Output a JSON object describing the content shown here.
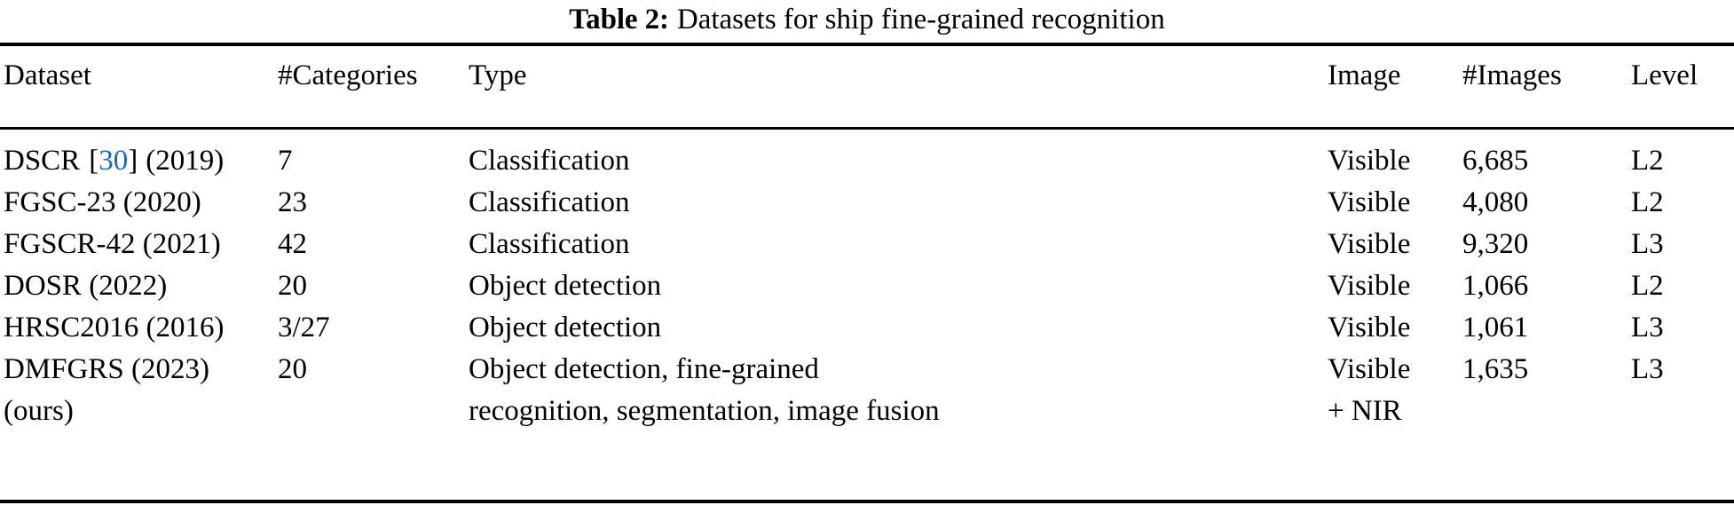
{
  "caption": {
    "label": "Table 2:",
    "text": "Datasets for ship fine-grained recognition"
  },
  "colors": {
    "citation_link": "#1b68b3",
    "text": "#000000",
    "background": "#ffffff",
    "rule": "#000000"
  },
  "table": {
    "headers": {
      "dataset": "Dataset",
      "categories": "#Categories",
      "type": "Type",
      "image": "Image",
      "images": "#Images",
      "level": "Level"
    },
    "rows": [
      {
        "dataset_name": "DSCR",
        "dataset_citation_open": "[",
        "dataset_citation_number": "30",
        "dataset_citation_close": "]",
        "dataset_year": "(2019)",
        "dataset": "DSCR [30] (2019)",
        "categories": "7",
        "type": "Classification",
        "type_line2": "",
        "image": "Visible",
        "image_line2": "",
        "images": "6,685",
        "level": "L2",
        "dataset_line2": ""
      },
      {
        "dataset": "FGSC-23 (2020)",
        "categories": "23",
        "type": "Classification",
        "type_line2": "",
        "image": "Visible",
        "image_line2": "",
        "images": "4,080",
        "level": "L2",
        "dataset_line2": ""
      },
      {
        "dataset": "FGSCR-42 (2021)",
        "categories": "42",
        "type": "Classification",
        "type_line2": "",
        "image": "Visible",
        "image_line2": "",
        "images": "9,320",
        "level": "L3",
        "dataset_line2": ""
      },
      {
        "dataset": "DOSR (2022)",
        "categories": "20",
        "type": "Object detection",
        "type_line2": "",
        "image": "Visible",
        "image_line2": "",
        "images": "1,066",
        "level": "L2",
        "dataset_line2": ""
      },
      {
        "dataset": "HRSC2016 (2016)",
        "categories": "3/27",
        "type": "Object detection",
        "type_line2": "",
        "image": "Visible",
        "image_line2": "",
        "images": "1,061",
        "level": "L3",
        "dataset_line2": ""
      },
      {
        "dataset": "DMFGRS (2023)",
        "dataset_line2": "(ours)",
        "categories": "20",
        "type": "Object detection, fine-grained",
        "type_line2": "recognition, segmentation, image fusion",
        "image": "Visible",
        "image_line2": "+ NIR",
        "images": "1,635",
        "level": "L3"
      }
    ]
  }
}
